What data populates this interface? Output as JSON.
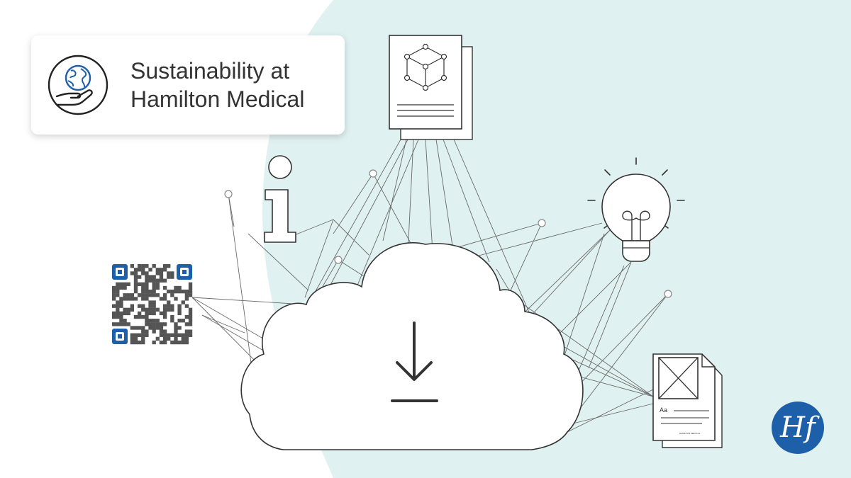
{
  "title": {
    "line1": "Sustainability at",
    "line2": "Hamilton Medical"
  },
  "document_icon": {
    "text_label": "Aa",
    "footer_label": "HAMILTON MEDICAL"
  },
  "logo": {
    "letters": "Hf"
  },
  "colors": {
    "brand_blue": "#1d5fa8",
    "background_tint": "#e0f1f1",
    "line": "#333333"
  },
  "icons": [
    "globe-in-hand-icon",
    "cube-document-icon",
    "info-icon",
    "lightbulb-icon",
    "qr-code-icon",
    "cloud-download-icon",
    "image-document-icon",
    "hamilton-logo-icon"
  ]
}
